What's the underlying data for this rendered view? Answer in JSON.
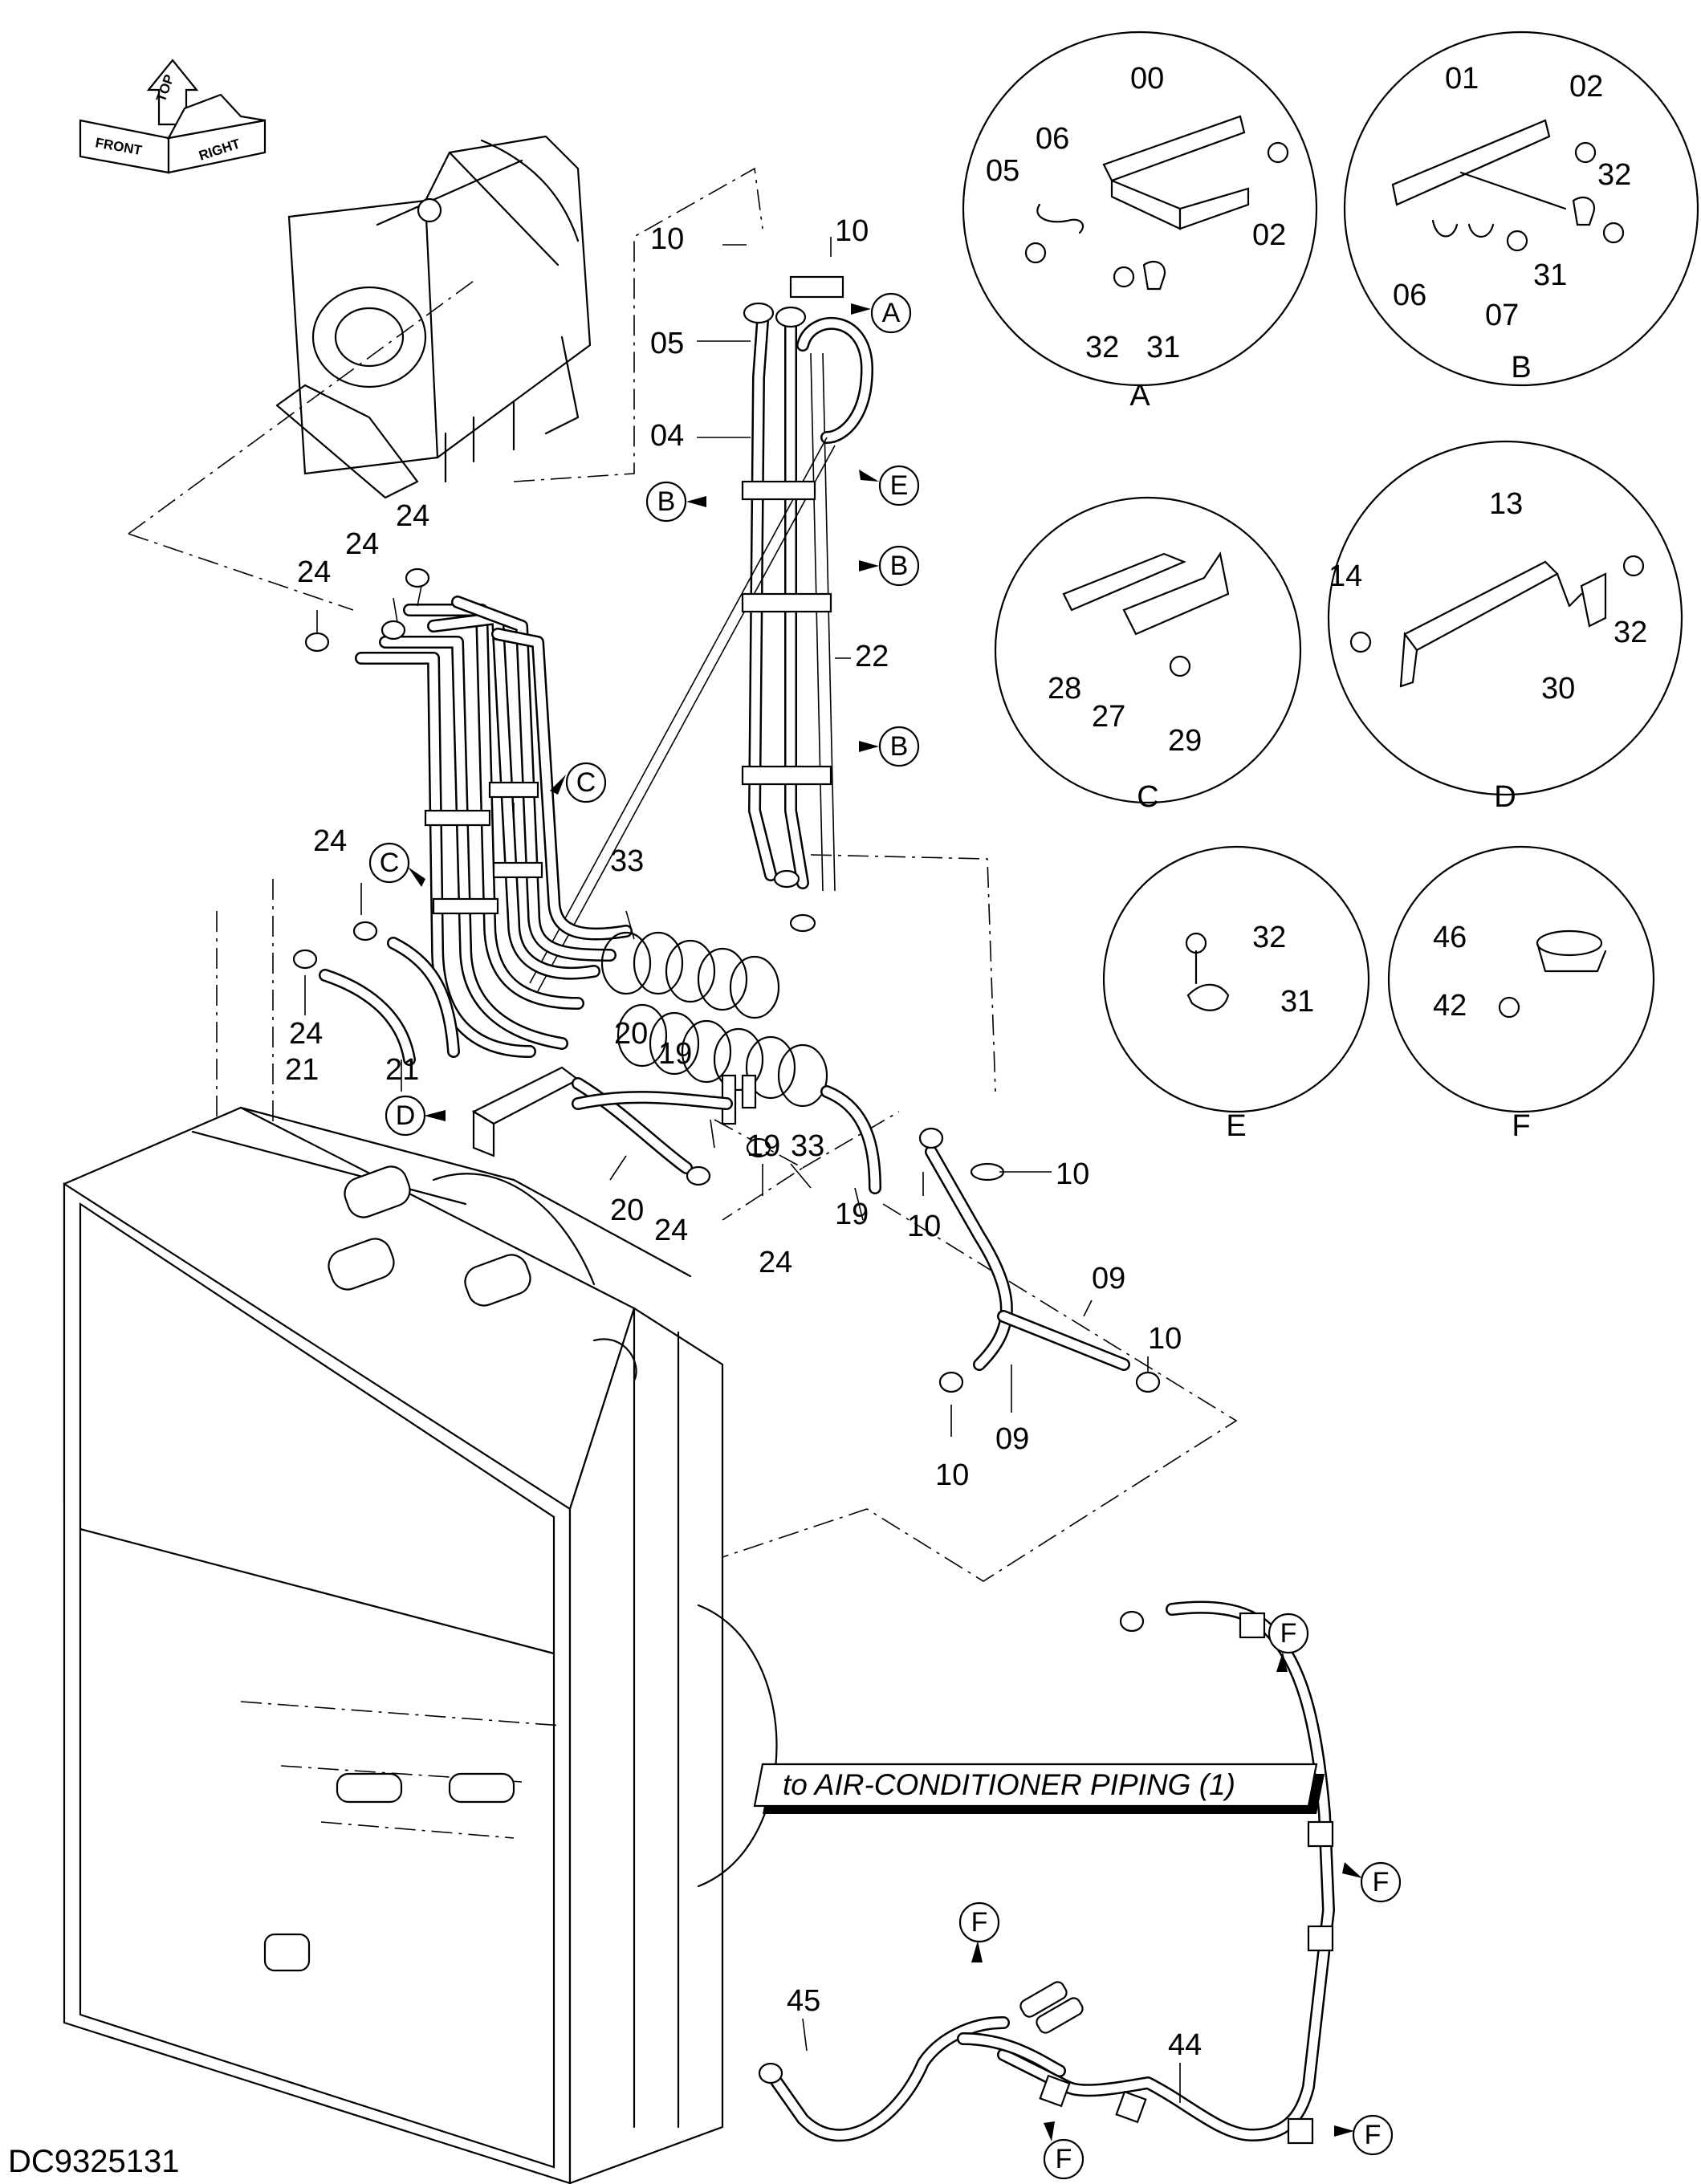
{
  "drawing_code": "DC9325131",
  "orientation": {
    "front": "FRONT",
    "top": "TOP",
    "right": "RIGHT"
  },
  "note": "to AIR-CONDITIONER PIPING (1)",
  "details": {
    "A": {
      "letter": "A",
      "parts": [
        "00",
        "02",
        "05",
        "06",
        "32",
        "31"
      ]
    },
    "B": {
      "letter": "B",
      "parts": [
        "01",
        "02",
        "32",
        "06",
        "07",
        "31"
      ]
    },
    "C": {
      "letter": "C",
      "parts": [
        "28",
        "27",
        "29"
      ]
    },
    "D": {
      "letter": "D",
      "parts": [
        "13",
        "14",
        "32",
        "30"
      ]
    },
    "E": {
      "letter": "E",
      "parts": [
        "32",
        "31"
      ]
    },
    "F": {
      "letter": "F",
      "parts": [
        "46",
        "42"
      ]
    }
  },
  "callouts": {
    "A": "A",
    "B": "B",
    "C": "C",
    "D": "D",
    "E": "E",
    "F": "F"
  },
  "main_labels": {
    "n10a": "10",
    "n10b": "10",
    "n05": "05",
    "n04": "04",
    "n22": "22",
    "n24a": "24",
    "n24b": "24",
    "n24c": "24",
    "n24d": "24",
    "n24e": "24",
    "n24f": "24",
    "n24g": "24",
    "n33a": "33",
    "n33b": "33",
    "n21a": "21",
    "n21b": "21",
    "n19a": "19",
    "n19b": "19",
    "n19c": "19",
    "n20a": "20",
    "n20b": "20",
    "n10c": "10",
    "n10d": "10",
    "n10e": "10",
    "n10f": "10",
    "n09a": "09",
    "n09b": "09",
    "n45": "45",
    "n44": "44"
  }
}
